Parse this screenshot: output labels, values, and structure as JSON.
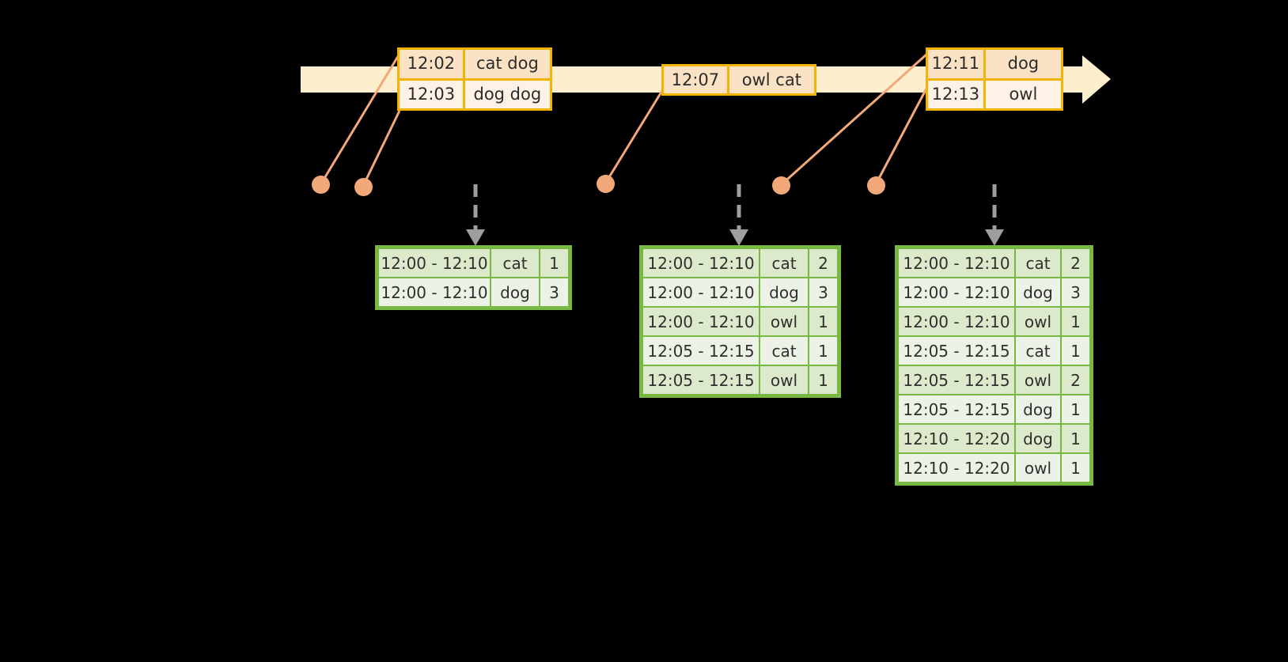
{
  "diagram": {
    "title": "sliding-window-word-count",
    "colors": {
      "timeline_fill": "#FDEFCD",
      "event_border": "#F5B301",
      "event_fill_dark": "#FCE2C4",
      "event_fill_light": "#FEF2E6",
      "dot": "#F2A878",
      "connector_line": "#F2A878",
      "table_border": "#77B943",
      "table_fill_dark": "#DCE9CB",
      "table_fill_light": "#EDF2E6",
      "arrow_gray": "#9E9E9E",
      "background": "#000000"
    }
  },
  "timeline": {
    "name": "event-stream-timeline",
    "direction": "left-to-right",
    "arrowhead": "right-arrow-icon"
  },
  "events": [
    {
      "name": "event-group-1",
      "rows": [
        {
          "time": "12:02",
          "words": "cat dog"
        },
        {
          "time": "12:03",
          "words": "dog dog"
        }
      ]
    },
    {
      "name": "event-group-2",
      "rows": [
        {
          "time": "12:07",
          "words": "owl cat"
        }
      ]
    },
    {
      "name": "event-group-3",
      "rows": [
        {
          "time": "12:11",
          "words": "dog"
        },
        {
          "time": "12:13",
          "words": "owl"
        }
      ]
    }
  ],
  "result_tables": [
    {
      "name": "result-table-1",
      "rows": [
        {
          "window": "12:00 - 12:10",
          "key": "cat",
          "count": "1"
        },
        {
          "window": "12:00 - 12:10",
          "key": "dog",
          "count": "3"
        }
      ]
    },
    {
      "name": "result-table-2",
      "rows": [
        {
          "window": "12:00 - 12:10",
          "key": "cat",
          "count": "2"
        },
        {
          "window": "12:00 - 12:10",
          "key": "dog",
          "count": "3"
        },
        {
          "window": "12:00 - 12:10",
          "key": "owl",
          "count": "1"
        },
        {
          "window": "12:05 - 12:15",
          "key": "cat",
          "count": "1"
        },
        {
          "window": "12:05 - 12:15",
          "key": "owl",
          "count": "1"
        }
      ]
    },
    {
      "name": "result-table-3",
      "rows": [
        {
          "window": "12:00 - 12:10",
          "key": "cat",
          "count": "2"
        },
        {
          "window": "12:00 - 12:10",
          "key": "dog",
          "count": "3"
        },
        {
          "window": "12:00 - 12:10",
          "key": "owl",
          "count": "1"
        },
        {
          "window": "12:05 - 12:15",
          "key": "cat",
          "count": "1"
        },
        {
          "window": "12:05 - 12:15",
          "key": "owl",
          "count": "2"
        },
        {
          "window": "12:05 - 12:15",
          "key": "dog",
          "count": "1"
        },
        {
          "window": "12:10 - 12:20",
          "key": "dog",
          "count": "1"
        },
        {
          "window": "12:10 - 12:20",
          "key": "owl",
          "count": "1"
        }
      ]
    }
  ],
  "connectors": {
    "dots": [
      {
        "name": "connector-dot-1"
      },
      {
        "name": "connector-dot-2"
      },
      {
        "name": "connector-dot-3"
      },
      {
        "name": "connector-dot-4"
      },
      {
        "name": "connector-dot-5"
      }
    ],
    "emit_arrows": [
      {
        "name": "emit-arrow-1"
      },
      {
        "name": "emit-arrow-2"
      },
      {
        "name": "emit-arrow-3"
      }
    ]
  }
}
